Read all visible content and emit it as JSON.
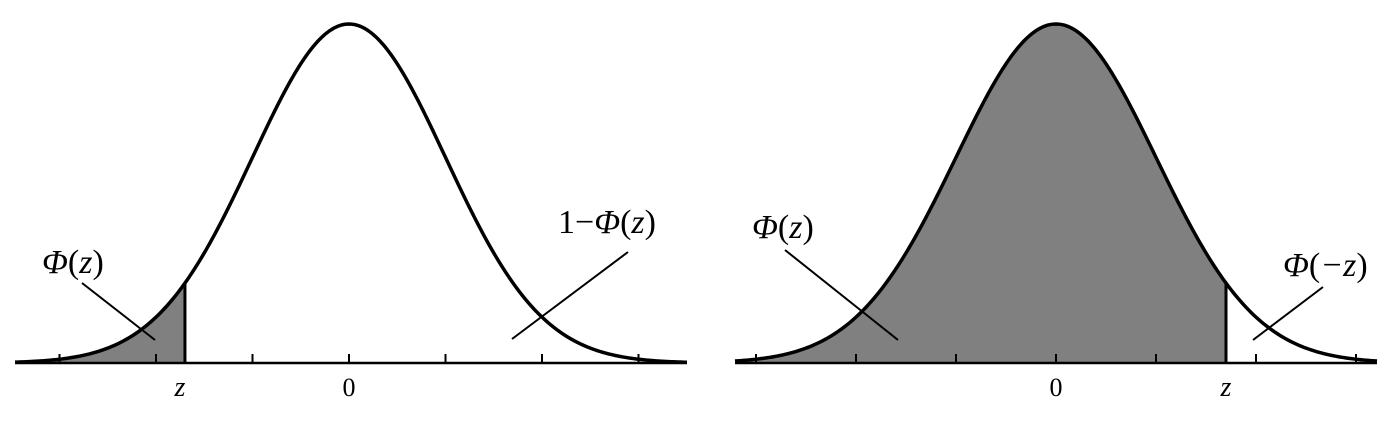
{
  "colors": {
    "shade": "#808080",
    "curve": "#000000",
    "background": "#ffffff"
  },
  "left_panel": {
    "z_value": -1.7,
    "ticks": [
      -3,
      -2,
      -1,
      0,
      1,
      2,
      3
    ],
    "labels": {
      "lower_area_fn": "Φ",
      "lower_area_paren_open": "(",
      "lower_area_var": "z",
      "lower_area_paren_close": ")",
      "upper_area_prefix": "1−",
      "upper_area_fn": "Φ",
      "upper_area_paren_open": "(",
      "upper_area_var": "z",
      "upper_area_paren_close": ")",
      "tick_z": "z",
      "tick_zero": "0"
    }
  },
  "right_panel": {
    "z_value": 1.7,
    "ticks": [
      -3,
      -2,
      -1,
      0,
      1,
      2,
      3
    ],
    "labels": {
      "lower_area_fn": "Φ",
      "lower_area_paren_open": "(",
      "lower_area_var": "z",
      "lower_area_paren_close": ")",
      "upper_area_fn": "Φ",
      "upper_area_paren_open": "(",
      "upper_area_var": "−z",
      "upper_area_paren_close": ")",
      "tick_z": "z",
      "tick_zero": "0"
    }
  }
}
